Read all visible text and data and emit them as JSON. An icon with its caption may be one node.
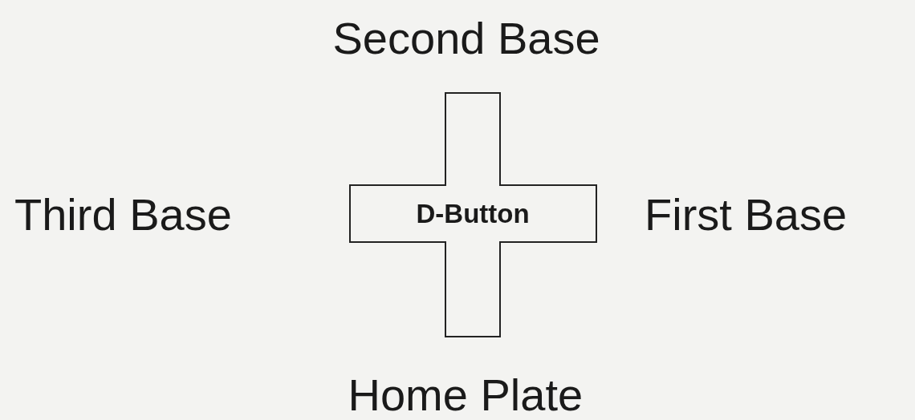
{
  "diagram": {
    "nodes": [
      {
        "text": [
          "D-Button"
        ]
      }
    ],
    "labels": [
      "Second Base",
      "Third Base",
      "First Base",
      "Home Plate"
    ]
  }
}
